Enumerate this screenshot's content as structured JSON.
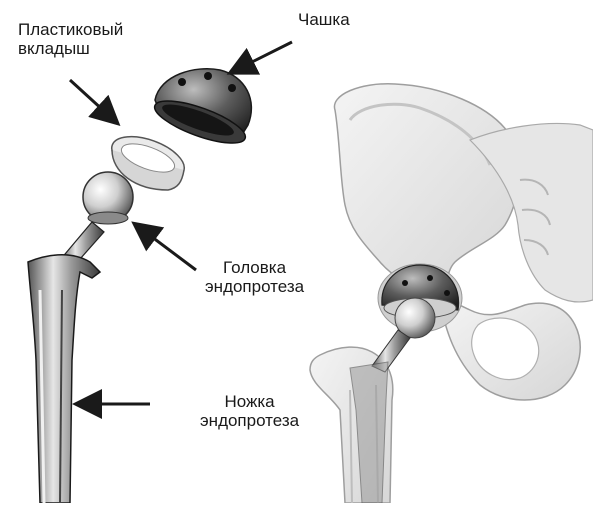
{
  "labels": {
    "insert": [
      "Пластиковый",
      "вкладыш"
    ],
    "cup": "Чашка",
    "head": [
      "Головка",
      "эндопротеза"
    ],
    "stem": [
      "Ножка",
      "эндопротеза"
    ]
  },
  "colors": {
    "background": "#ffffff",
    "ink": "#1a1a1a",
    "metal_dark": "#2e2e2e",
    "metal_mid": "#8a8a8a",
    "metal_light": "#d9d9d9",
    "bone": "#eeeeee",
    "bone_shadow": "#bdbdbd"
  }
}
